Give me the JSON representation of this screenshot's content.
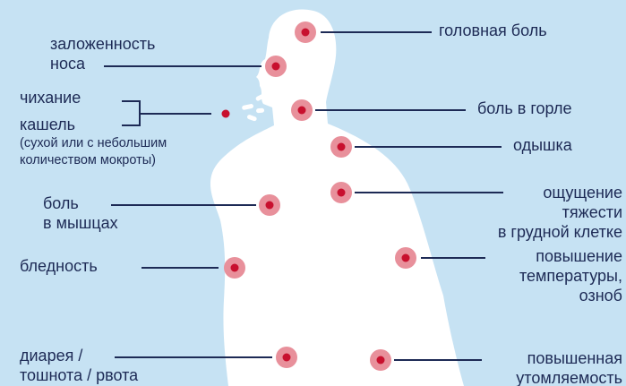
{
  "colors": {
    "background": "#c6e2f3",
    "body_silhouette": "#ffffff",
    "marker_ring": "#e8909b",
    "marker_center": "#c8102e",
    "line": "#1d2a55",
    "text": "#1d2a55"
  },
  "symptoms": {
    "headache": "головная боль",
    "nasal_congestion_1": "заложенность",
    "nasal_congestion_2": "носа",
    "sneezing": "чихание",
    "cough": "кашель",
    "cough_note_1": "(сухой или с небольшим",
    "cough_note_2": "количеством мокроты)",
    "sore_throat": "боль в горле",
    "shortness_of_breath": "одышка",
    "muscle_pain_1": "боль",
    "muscle_pain_2": "в мышцах",
    "chest_tightness_1": "ощущение",
    "chest_tightness_2": "тяжести",
    "chest_tightness_3": "в грудной клетке",
    "pallor": "бледность",
    "fever_1": "повышение",
    "fever_2": "температуры,",
    "fever_3": "озноб",
    "gi_1": "диарея /",
    "gi_2": "тошнота / рвота",
    "fatigue_1": "повышенная",
    "fatigue_2": "утомляемость"
  }
}
